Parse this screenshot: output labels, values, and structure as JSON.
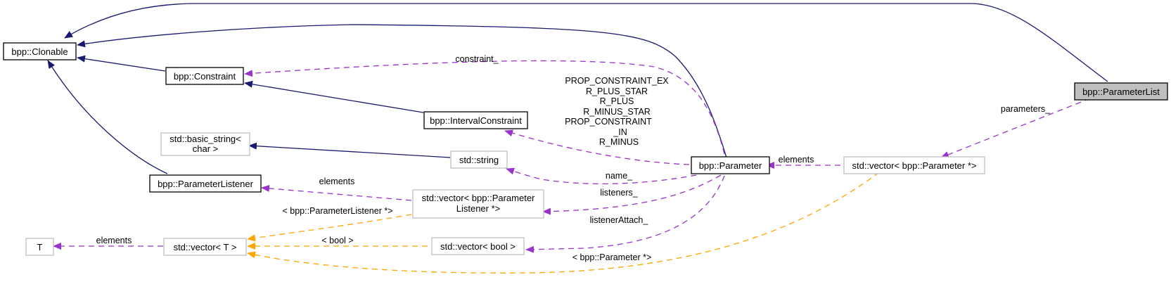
{
  "diagram": {
    "title": "Collaboration diagram for bpp::ParameterList",
    "colors": {
      "inheritance": "#191970",
      "usage": "#9a32cd",
      "template": "#ffa500",
      "focus_fill": "#bfbfbf",
      "documented_border": "#000000",
      "undocumented_border": "#bfbfbf"
    },
    "nodes": {
      "clonable": {
        "label": "bpp::Clonable",
        "style": "documented"
      },
      "constraint": {
        "label": "bpp::Constraint",
        "style": "documented"
      },
      "interval_constraint": {
        "label": "bpp::IntervalConstraint",
        "style": "documented"
      },
      "basic_string": {
        "line1": "std::basic_string<",
        "line2": "char >",
        "style": "external"
      },
      "std_string": {
        "label": "std::string",
        "style": "external"
      },
      "parameter_listener": {
        "label": "bpp::ParameterListener",
        "style": "documented"
      },
      "vector_listener": {
        "line1": "std::vector< bpp::Parameter",
        "line2": "Listener *>",
        "style": "external"
      },
      "t": {
        "label": "T",
        "style": "external"
      },
      "vector_t": {
        "label": "std::vector< T >",
        "style": "external"
      },
      "vector_bool": {
        "label": "std::vector< bool >",
        "style": "external"
      },
      "parameter": {
        "label": "bpp::Parameter",
        "style": "documented"
      },
      "vector_parameter": {
        "label": "std::vector< bpp::Parameter *>",
        "style": "external"
      },
      "parameter_list": {
        "label": "bpp::ParameterList",
        "style": "focus"
      }
    },
    "edge_labels": {
      "constraint_": "constraint_",
      "interval_lines": [
        "PROP_CONSTRAINT_EX",
        "R_PLUS_STAR",
        "R_PLUS",
        "R_MINUS_STAR",
        "PROP_CONSTRAINT",
        "_IN",
        "R_MINUS"
      ],
      "name_": "name_",
      "listeners_": "listeners_",
      "listenerAttach_": "listenerAttach_",
      "elements_listener": "elements",
      "elements_t": "elements",
      "elements_param": "elements",
      "parameters_": "parameters_",
      "tpl_listener": "< bpp::ParameterListener *>",
      "tpl_bool": "< bool >",
      "tpl_param": "< bpp::Parameter *>"
    }
  }
}
